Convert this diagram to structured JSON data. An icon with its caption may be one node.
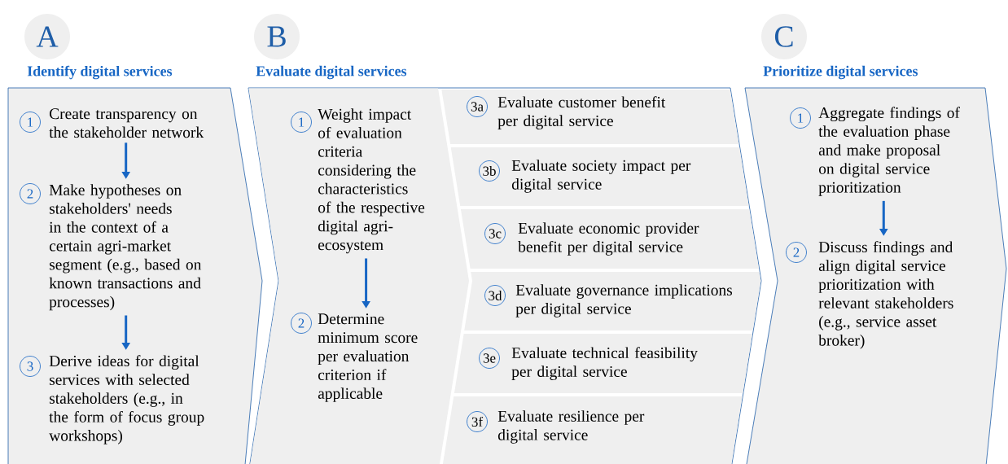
{
  "diagram": {
    "nodes": [
      {
        "text": [
          "A"
        ]
      },
      {
        "text": [
          "Identify digital services"
        ]
      },
      {
        "text": [
          "1",
          "Create transparency on the stakeholder network"
        ],
        "in": 1
      },
      {
        "text": [
          "2",
          "Make hypotheses on stakeholders' needs in the context of a certain agri-market segment (e.g., based on known transactions and processes)"
        ],
        "in": 1
      },
      {
        "text": [
          "3",
          "Derive ideas for digital services with selected stakeholders (e.g., in the form of focus group workshops)"
        ],
        "in": 1
      },
      {
        "text": [
          "B"
        ]
      },
      {
        "text": [
          "Evaluate digital services"
        ]
      },
      {
        "text": [
          "1",
          "Weight impact of evaluation criteria considering the characteristics of the respective digital agri-ecosystem"
        ],
        "in": 6
      },
      {
        "text": [
          "2",
          "Determine minimum score per evaluation criterion if applicable"
        ],
        "in": 6
      },
      {
        "text": [
          "3a",
          "Evaluate customer benefit per digital service"
        ],
        "in": 6
      },
      {
        "text": [
          "3b",
          "Evaluate society impact per digital service"
        ],
        "in": 6
      },
      {
        "text": [
          "3c",
          "Evaluate economic provider benefit per digital service"
        ],
        "in": 6
      },
      {
        "text": [
          "3d",
          "Evaluate governance implications per digital service"
        ],
        "in": 6
      },
      {
        "text": [
          "3e",
          "Evaluate technical feasibility per digital service"
        ],
        "in": 6
      },
      {
        "text": [
          "3f",
          "Evaluate resilience per digital service"
        ],
        "in": 6
      },
      {
        "text": [
          "C"
        ]
      },
      {
        "text": [
          "Prioritize digital services"
        ]
      },
      {
        "text": [
          "1",
          "Aggregate findings of the evaluation phase and make proposal on digital service prioritization"
        ],
        "in": 16
      },
      {
        "text": [
          "2",
          "Discuss findings and align digital service prioritization with relevant stakeholders (e.g., service asset broker)"
        ],
        "in": 16
      }
    ],
    "edges": [
      {
        "from": 2,
        "to": 3,
        "arrow": "to"
      },
      {
        "from": 3,
        "to": 4,
        "arrow": "to"
      },
      {
        "from": 7,
        "to": 8,
        "arrow": "to"
      },
      {
        "from": 17,
        "to": 18,
        "arrow": "to"
      }
    ]
  }
}
